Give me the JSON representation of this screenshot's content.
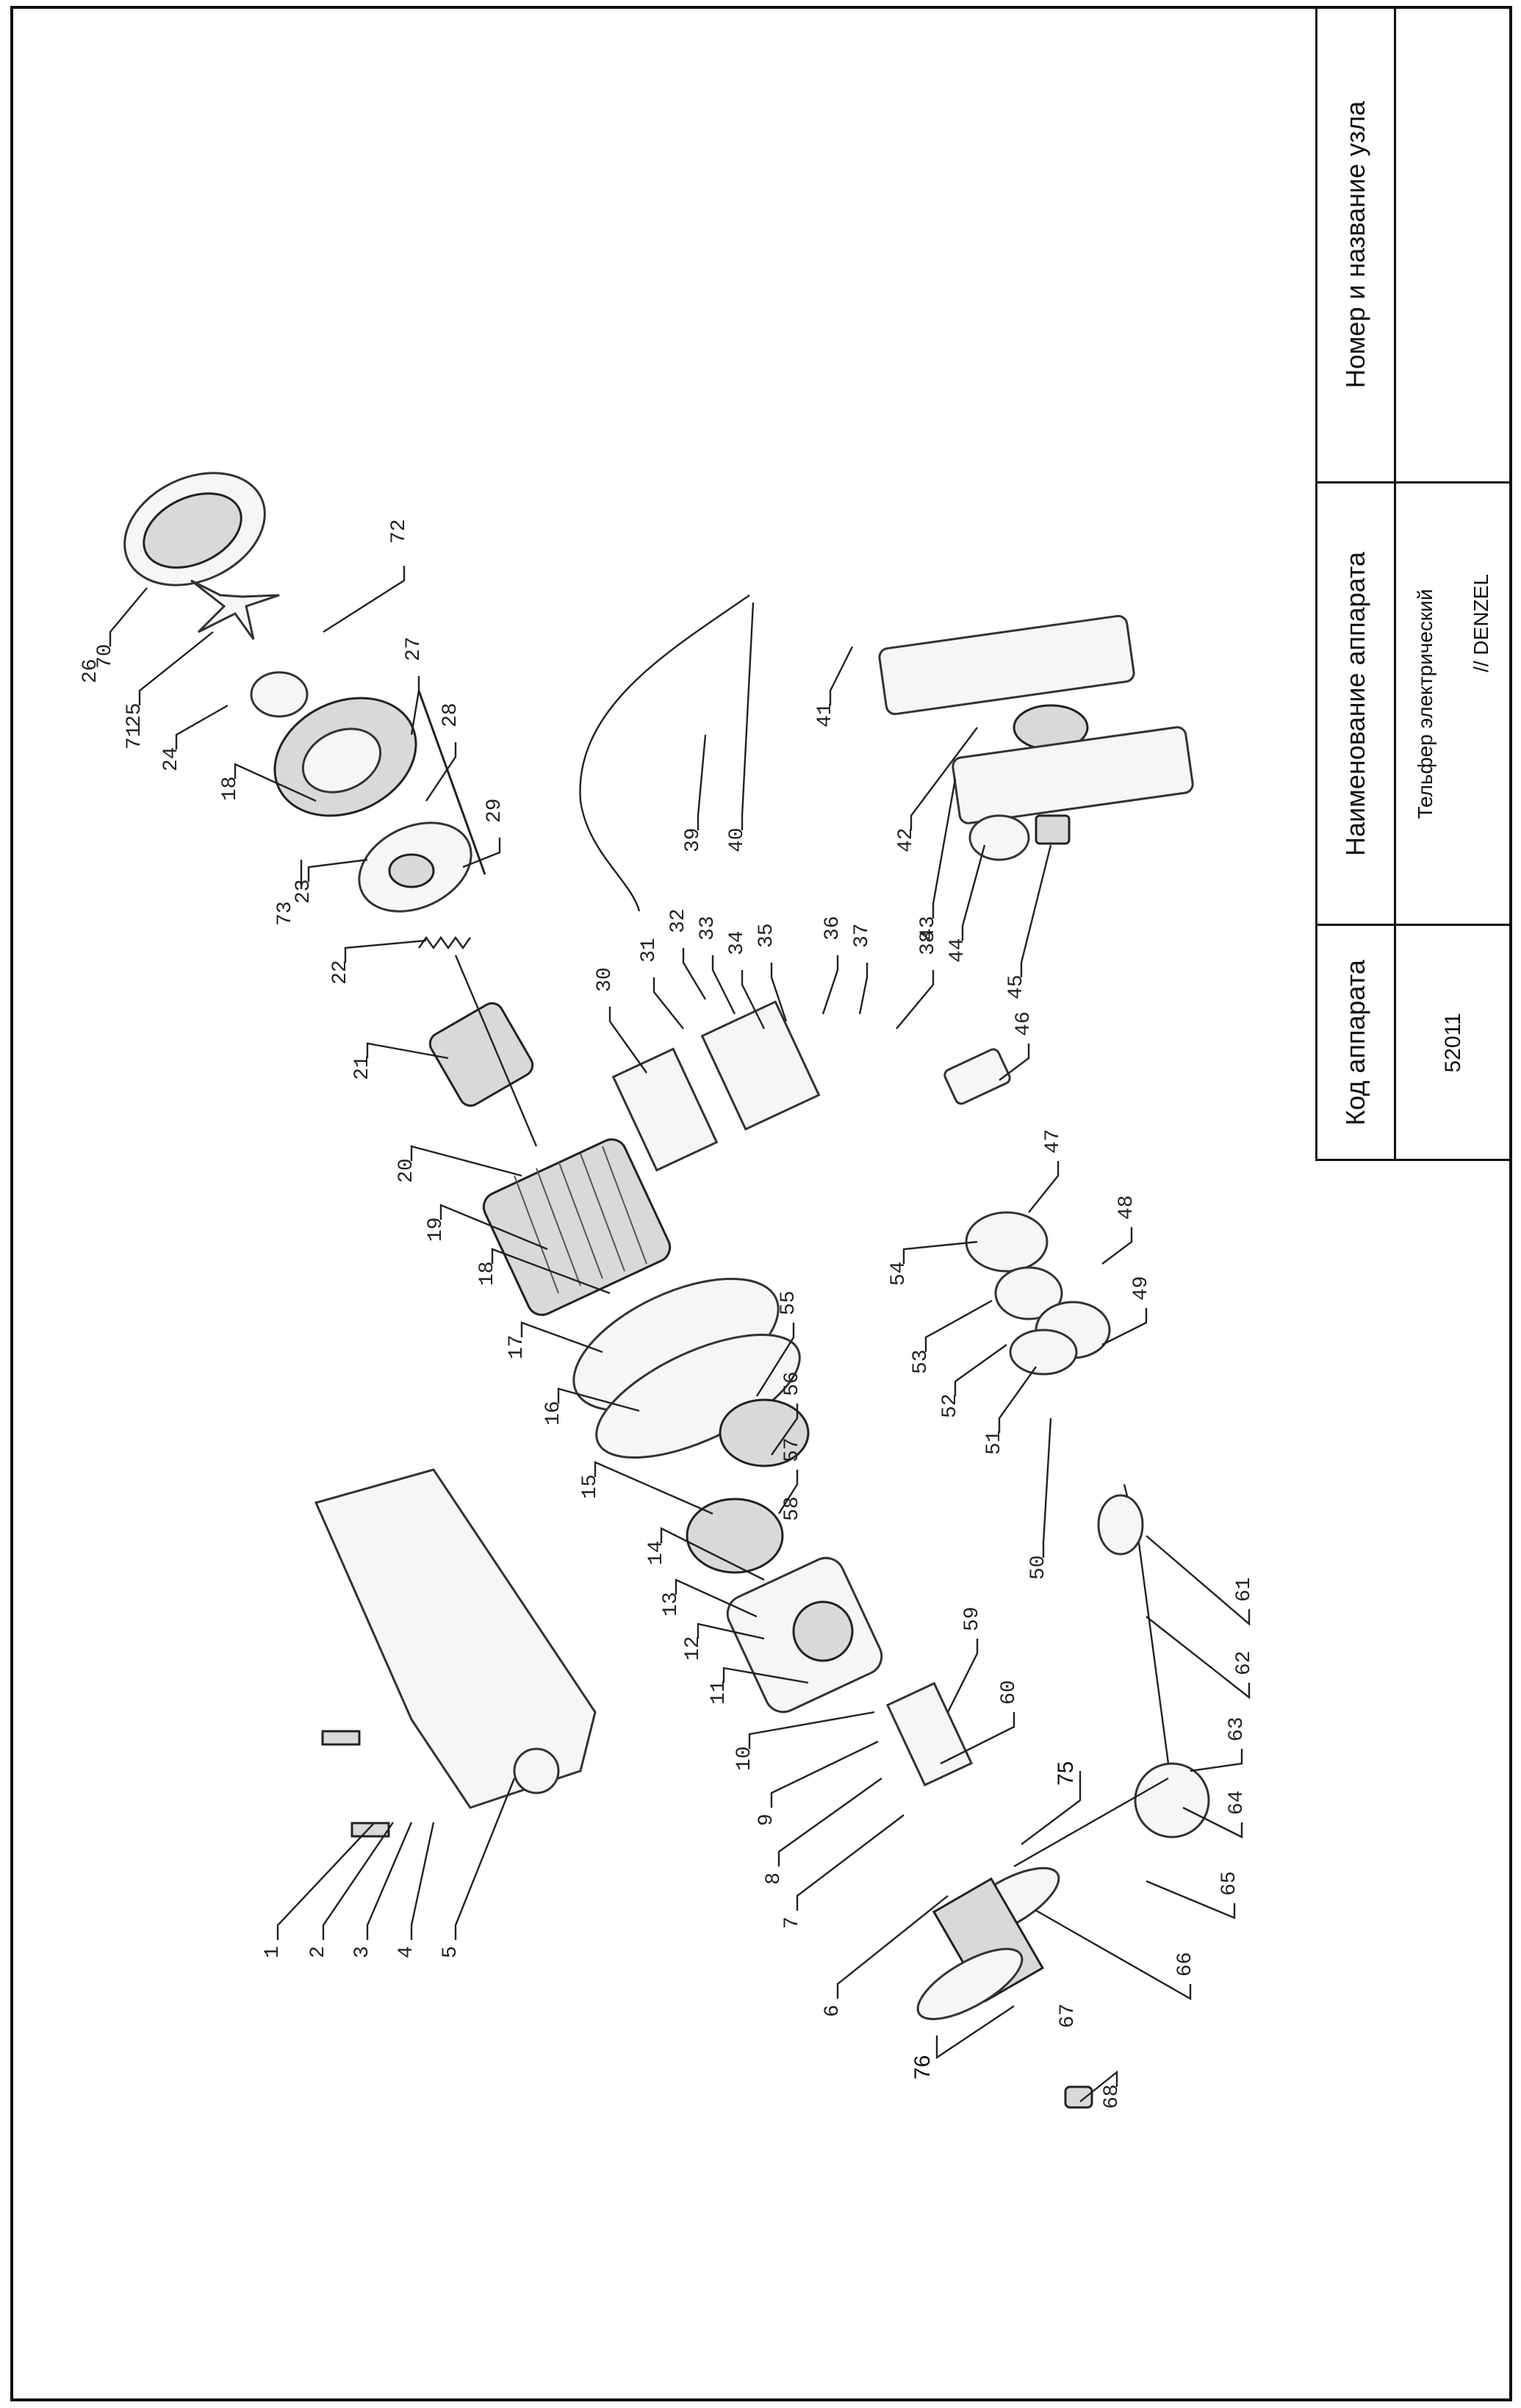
{
  "title_block": {
    "code_header": "Код аппарата",
    "code_value": "52011",
    "name_header": "Наименование аппарата",
    "name_line1": "Тельфер электрический",
    "name_line2": "// DENZEL",
    "node_header": "Номер и название узла",
    "node_value": ""
  },
  "callouts": {
    "c1": "1",
    "c2": "2",
    "c3": "3",
    "c4": "4",
    "c5": "5",
    "c6": "6",
    "c7": "7",
    "c8": "8",
    "c9": "9",
    "c10": "10",
    "c11": "11",
    "c12": "12",
    "c13": "13",
    "c14": "14",
    "c15": "15",
    "c16": "16",
    "c17": "17",
    "c18a": "18",
    "c18b": "18",
    "c19": "19",
    "c20": "20",
    "c21": "21",
    "c22": "22",
    "c23": "23",
    "c24": "24",
    "c25": "25",
    "c26": "26",
    "c27": "27",
    "c28": "28",
    "c29": "29",
    "c30": "30",
    "c31": "31",
    "c32": "32",
    "c33": "33",
    "c34": "34",
    "c35": "35",
    "c36": "36",
    "c37": "37",
    "c38": "38",
    "c39": "39",
    "c40": "40",
    "c41": "41",
    "c42": "42",
    "c43": "43",
    "c44": "44",
    "c45": "45",
    "c46": "46",
    "c47": "47",
    "c48": "48",
    "c49": "49",
    "c50": "50",
    "c51": "51",
    "c52": "52",
    "c53": "53",
    "c54": "54",
    "c55": "55",
    "c56": "56",
    "c57": "57",
    "c58": "58",
    "c59": "59",
    "c60": "60",
    "c61": "61",
    "c62": "62",
    "c63": "63",
    "c64": "64",
    "c65": "65",
    "c66": "66",
    "c67": "67",
    "c68": "68",
    "c70": "70",
    "c71": "71",
    "c72": "72",
    "c73": "73",
    "c75": "75",
    "c76": "76"
  }
}
